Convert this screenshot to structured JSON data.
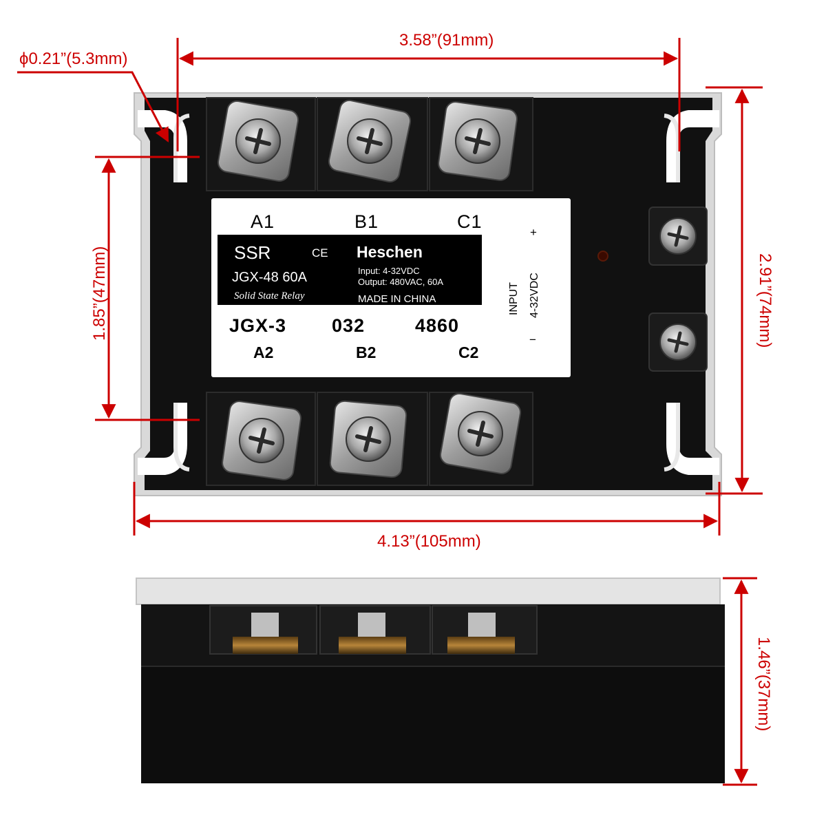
{
  "dimensions": {
    "hole": "ϕ0.21”(5.3mm)",
    "hole_spacing": "3.58”(91mm)",
    "total_width": "4.13”(105mm)",
    "height": "2.91”(74mm)",
    "terminal_spacing": "1.85”(47mm)",
    "depth": "1.46”(37mm)"
  },
  "label": {
    "top_terminals": [
      "A1",
      "B1",
      "C1"
    ],
    "bottom_terminals": [
      "A2",
      "B2",
      "C2"
    ],
    "ssr": "SSR",
    "ce": "CE",
    "model": "JGX-48 60A",
    "subtitle": "Solid State Relay",
    "brand": "Heschen",
    "input_spec": "Input: 4-32VDC",
    "output_spec": "Output: 480VAC, 60A",
    "origin": "MADE IN CHINA",
    "code_parts": [
      "JGX-3",
      "032",
      "4860"
    ],
    "input_title": "INPUT",
    "input_voltage": "4-32VDC",
    "plus": "+",
    "minus": "−"
  },
  "colors": {
    "dimension": "#cc0000",
    "body": "#0f0f0f",
    "cover": "#dcdcdc",
    "label_bg": "#ffffff",
    "screw": "#9a9a9a",
    "led": "#3a0a00"
  }
}
